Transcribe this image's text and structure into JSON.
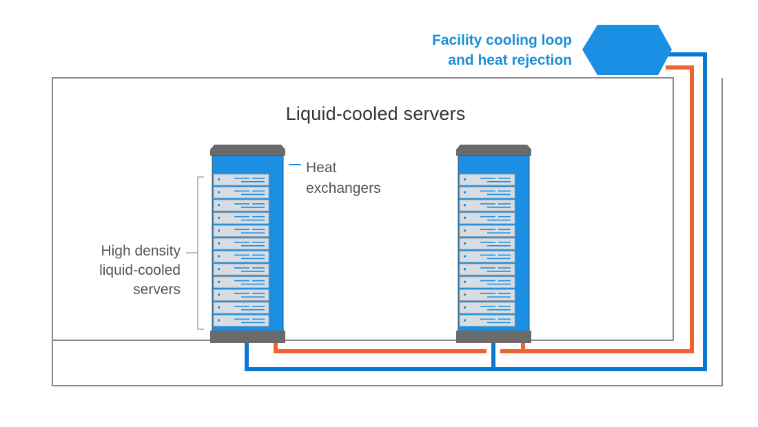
{
  "title": "Liquid-cooled servers",
  "facility_label": {
    "line1": "Facility cooling loop",
    "line2": "and heat rejection"
  },
  "heat_exchangers_label": {
    "line1": "Heat",
    "line2": "exchangers"
  },
  "density_label": {
    "line1": "High density",
    "line2": "liquid-cooled",
    "line3": "servers"
  },
  "racks": [
    {
      "name": "rack-left",
      "server_units": 12
    },
    {
      "name": "rack-right",
      "server_units": 12
    }
  ],
  "colors": {
    "supply_pipe": "#0a78d0",
    "return_pipe": "#f2622e",
    "heat_exchanger": "#1a8fe3",
    "rack_frame": "#6a6a6a",
    "server_blade": "#d9dde2",
    "outline": "#8a8a8a",
    "title_text": "#333333",
    "facility_text": "#1a8fd6",
    "label_text": "#555555"
  }
}
